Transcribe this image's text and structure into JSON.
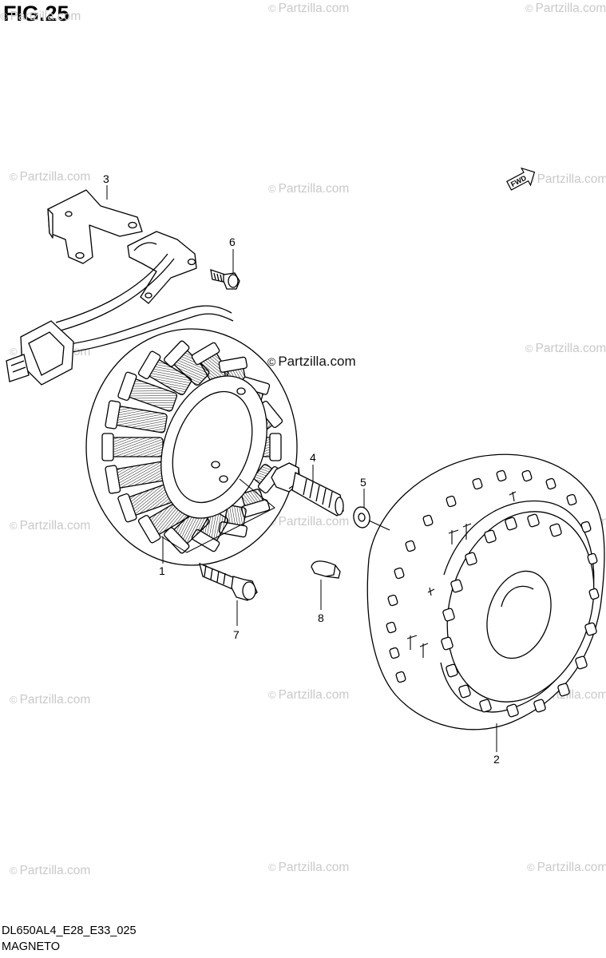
{
  "figure": {
    "title": "FIG.25",
    "code": "DL650AL4_E28_E33_025",
    "caption": "MAGNETO"
  },
  "direction_mark": {
    "label": "FWD",
    "icon": "forward-arrow-icon"
  },
  "watermark": {
    "text": "Partzilla.com",
    "symbol": "©",
    "color": "#c9c9c9"
  },
  "callouts": [
    "1",
    "2",
    "3",
    "4",
    "5",
    "6",
    "7",
    "8"
  ],
  "parts": [
    {
      "ref": "1",
      "icon": "stator-coil-icon"
    },
    {
      "ref": "2",
      "icon": "rotor-flywheel-icon"
    },
    {
      "ref": "3",
      "icon": "lead-wire-clamp-icon"
    },
    {
      "ref": "4",
      "icon": "rotor-bolt-icon"
    },
    {
      "ref": "5",
      "icon": "washer-icon"
    },
    {
      "ref": "6",
      "icon": "clamp-screw-icon"
    },
    {
      "ref": "7",
      "icon": "stator-bolt-icon"
    },
    {
      "ref": "8",
      "icon": "woodruff-key-icon"
    }
  ]
}
